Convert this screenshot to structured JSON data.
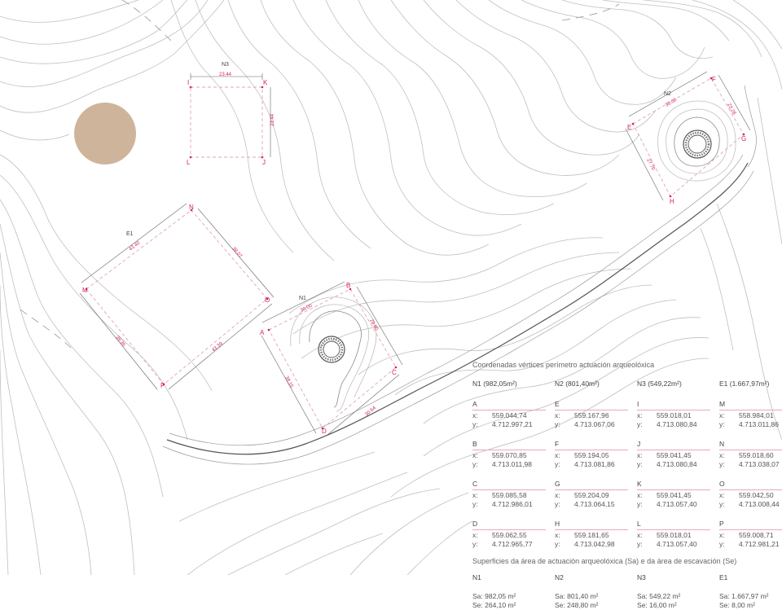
{
  "zones": {
    "N1": {
      "label": "N1",
      "dims": [
        "30.00",
        "29.60",
        "38.15",
        "30.64"
      ]
    },
    "N2": {
      "label": "N2",
      "dims": [
        "30.00",
        "23.28",
        "27.70"
      ]
    },
    "N3": {
      "label": "N3",
      "dims": [
        "23.44",
        "23.44"
      ]
    },
    "E1": {
      "label": "E1",
      "dims": [
        "43.40",
        "38.07",
        "43.39",
        "39.36"
      ]
    }
  },
  "vertices": [
    "A",
    "B",
    "C",
    "D",
    "E",
    "F",
    "G",
    "H",
    "I",
    "J",
    "K",
    "L",
    "M",
    "N",
    "O",
    "P"
  ],
  "coordinates": {
    "title": "Coordenadas vértices perímetro actuación arqueolóxica",
    "axis_x": "x:",
    "axis_y": "y:",
    "columns": [
      {
        "header": "N1 (982,05m²)",
        "vertices": [
          {
            "name": "A",
            "x": "559.044,74",
            "y": "4.712.997,21"
          },
          {
            "name": "B",
            "x": "559.070,85",
            "y": "4.713.011,98"
          },
          {
            "name": "C",
            "x": "559.085,58",
            "y": "4.712.986,01"
          },
          {
            "name": "D",
            "x": "559.062,55",
            "y": "4.712.965,77"
          }
        ]
      },
      {
        "header": "N2 (801,40m²)",
        "vertices": [
          {
            "name": "E",
            "x": "559.167,96",
            "y": "4.713.067,06"
          },
          {
            "name": "F",
            "x": "559.194,05",
            "y": "4.713.081,86"
          },
          {
            "name": "G",
            "x": "559.204,09",
            "y": "4.713.064,15"
          },
          {
            "name": "H",
            "x": "559.181,65",
            "y": "4.713.042,98"
          }
        ]
      },
      {
        "header": "N3 (549,22m²)",
        "vertices": [
          {
            "name": "I",
            "x": "559.018,01",
            "y": "4.713.080,84"
          },
          {
            "name": "J",
            "x": "559.041,45",
            "y": "4.713.080,84"
          },
          {
            "name": "K",
            "x": "559.041,45",
            "y": "4.713.057,40"
          },
          {
            "name": "L",
            "x": "559.018,01",
            "y": "4.713.057,40"
          }
        ]
      },
      {
        "header": "E1 (1.667,97m²)",
        "vertices": [
          {
            "name": "M",
            "x": "558.984,01",
            "y": "4.713.011,86"
          },
          {
            "name": "N",
            "x": "559.018,60",
            "y": "4.713.038,07"
          },
          {
            "name": "O",
            "x": "559.042,50",
            "y": "4.713.008,44"
          },
          {
            "name": "P",
            "x": "559.008,71",
            "y": "4.712.981,21"
          }
        ]
      }
    ]
  },
  "surfaces": {
    "title": "Superficies da área de actuación arqueolóxica (Sa) e da área de escavación (Se)",
    "columns": [
      {
        "header": "N1",
        "sa": "Sa: 982,05 m²",
        "se": "Se: 264,10 m²"
      },
      {
        "header": "N2",
        "sa": "Sa: 801,40 m²",
        "se": "Se: 248,80 m²"
      },
      {
        "header": "N3",
        "sa": "Sa: 549,22 m²",
        "se": "Se: 16,00 m²"
      },
      {
        "header": "E1",
        "sa": "Sa: 1.667,97 m²",
        "se": "Se: 8,00 m²"
      }
    ]
  },
  "colors": {
    "vertex": "#d6244f",
    "perimeter": "#e0a4b4",
    "marker": "#cdb49b",
    "contour": "#bfbfbf"
  }
}
